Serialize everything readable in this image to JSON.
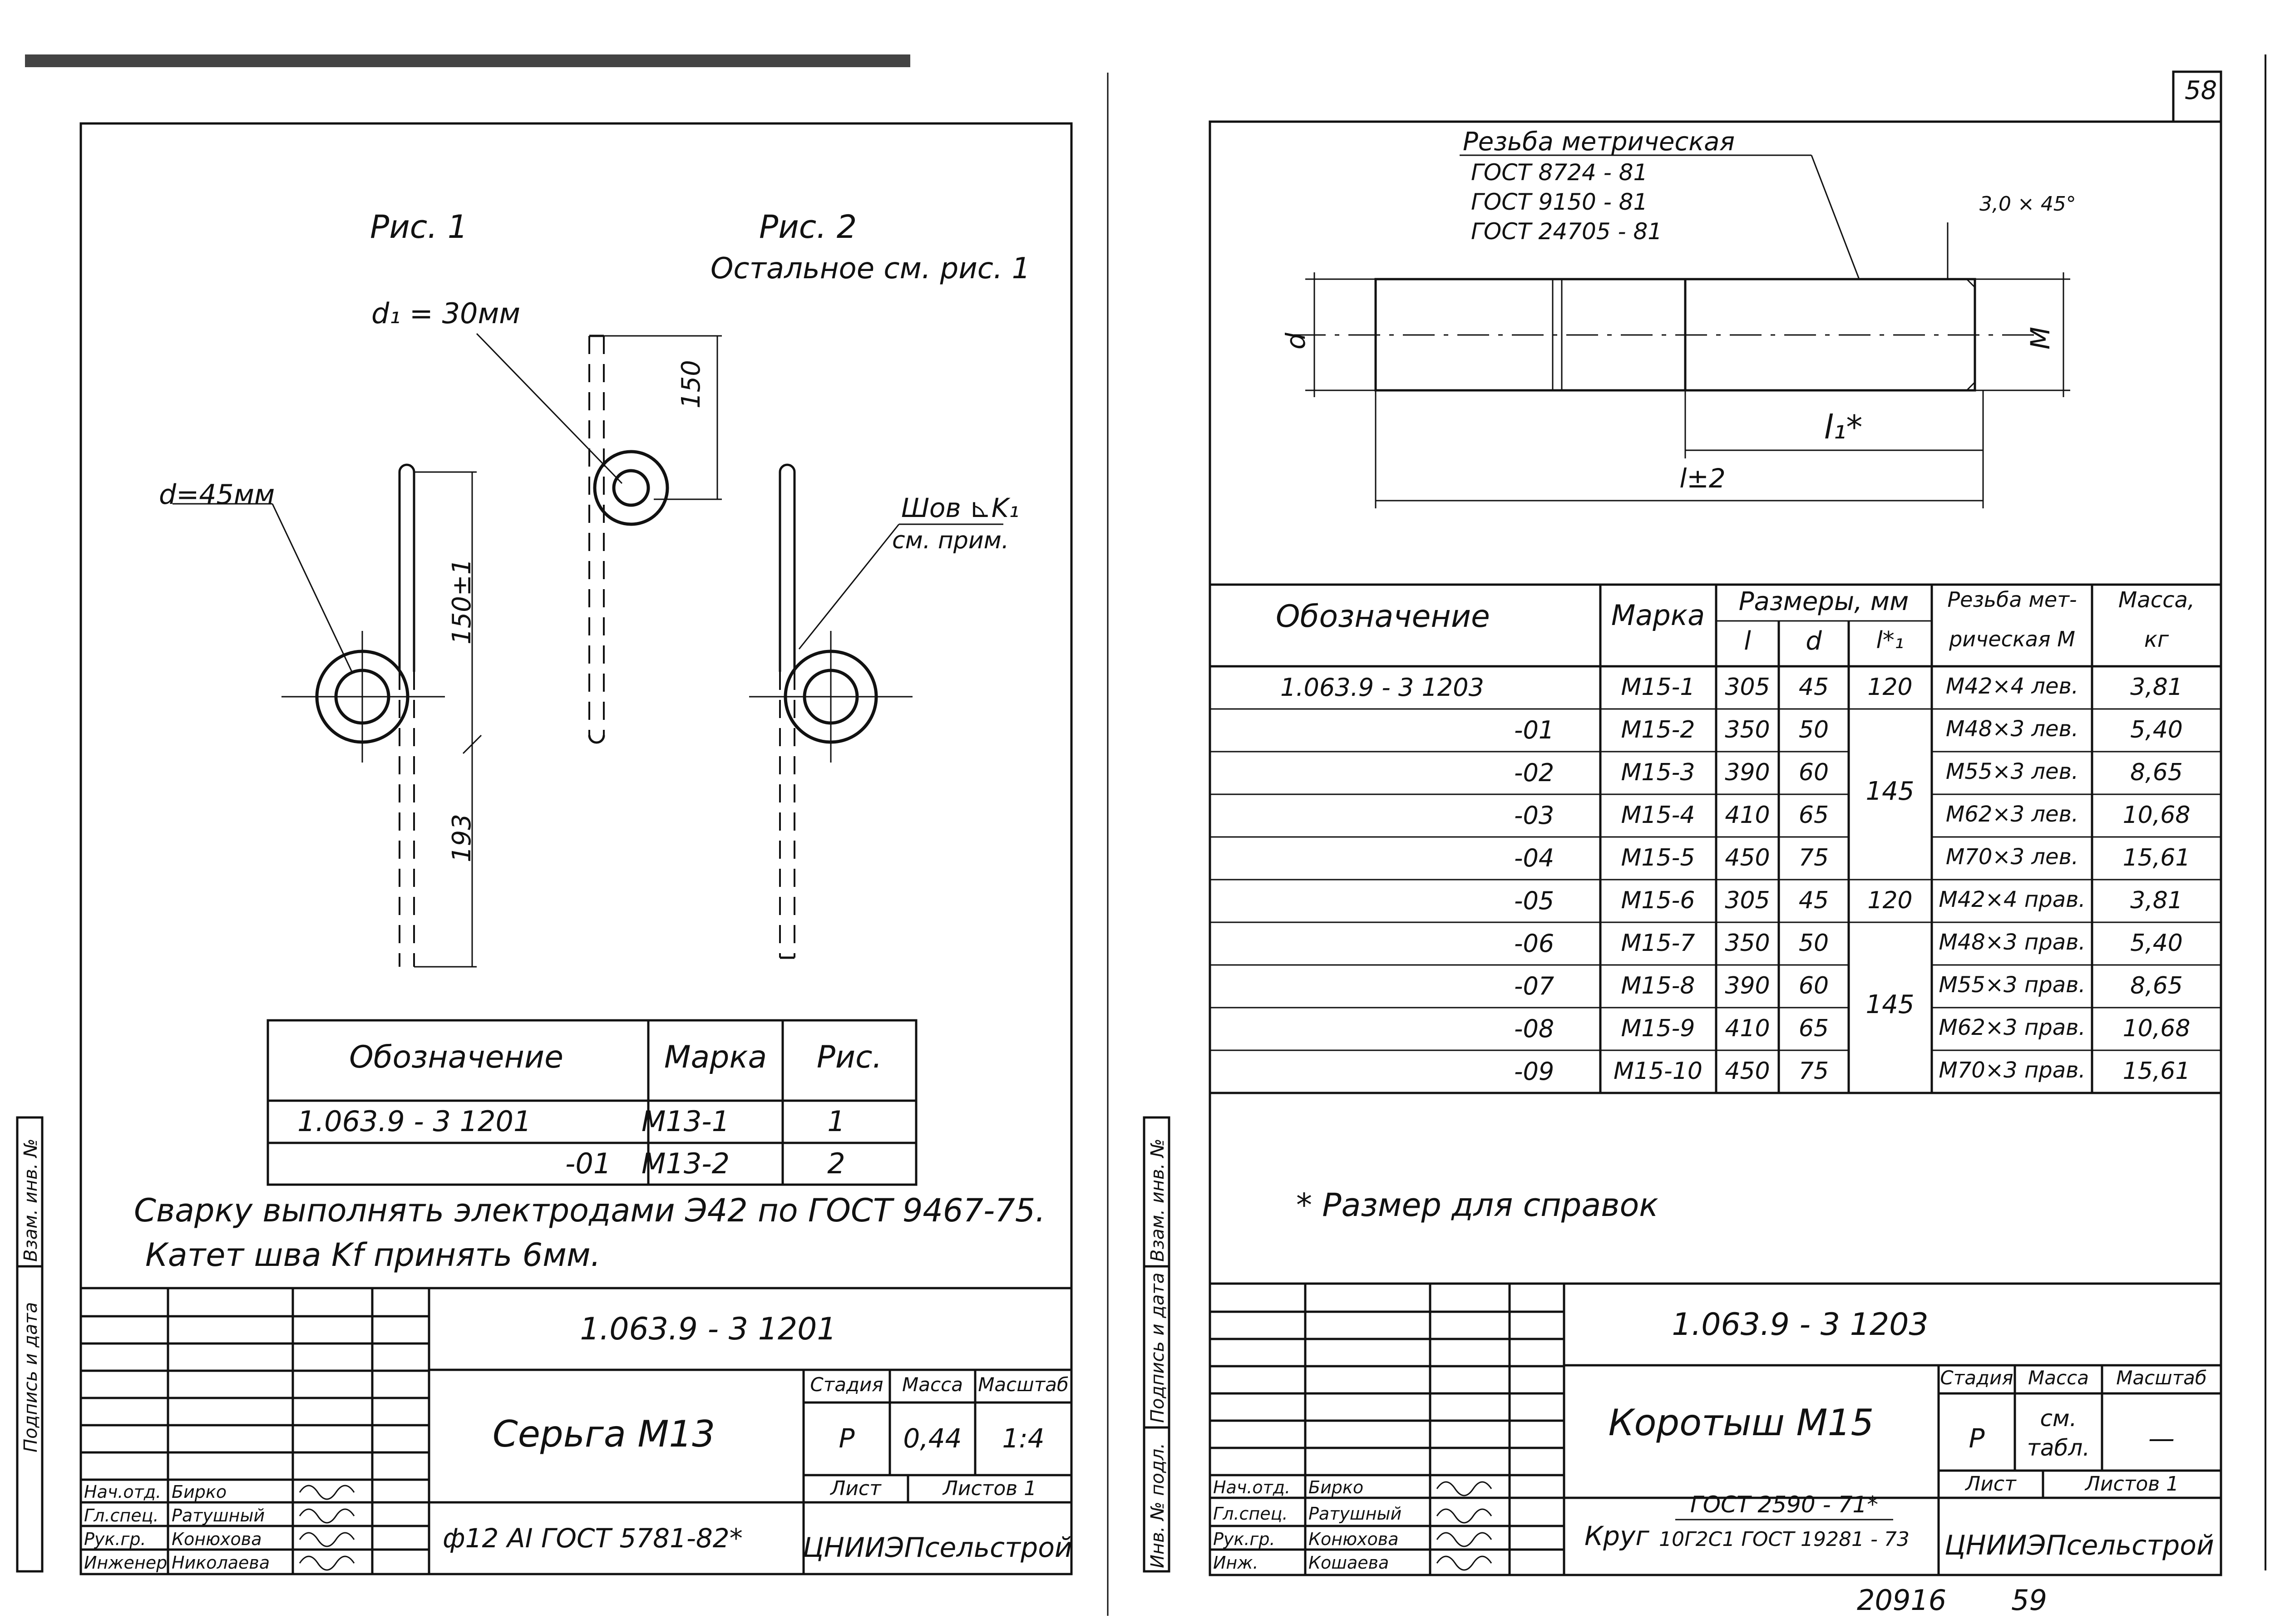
{
  "page_number": "58",
  "footer": {
    "sheet_code": "20916",
    "page": "59"
  },
  "left": {
    "fig1_label": "Рис. 1",
    "fig2_label": "Рис. 2",
    "fig2_note": "Остальное см. рис. 1",
    "dim_d1": "d₁ = 30мм",
    "dim_d": "d=45мм",
    "dim_150": "150",
    "dim_150pm": "150±1",
    "dim_193": "193",
    "weld_label": "Шов ⊾K₁",
    "weld_note": "см. прим.",
    "table": {
      "headers": [
        "Обозначение",
        "Марка",
        "Рис."
      ],
      "rows": [
        {
          "designation": "1.063.9 - 3    1201",
          "mark": "М13-1",
          "fig": "1"
        },
        {
          "designation": "-01",
          "mark": "М13-2",
          "fig": "2"
        }
      ]
    },
    "note_line1": "Сварку выполнять электродами Э42 по ГОСТ 9467-75.",
    "note_line2": "Катет шва Kf принять 6мм.",
    "side_labels": [
      "Подпись и дата",
      "Взам. инв. №"
    ],
    "title_block": {
      "code": "1.063.9 - 3   1201",
      "name": "Серьга М13",
      "headers": [
        "Стадия",
        "Масса",
        "Масштаб"
      ],
      "values": [
        "Р",
        "0,44",
        "1:4"
      ],
      "sheet": "Лист",
      "sheets": "Листов 1",
      "material": "ф12 AI ГОСТ 5781-82*",
      "org": "ЦНИИЭПсельстрой",
      "staff": [
        {
          "role": "Нач.отд.",
          "name": "Бирко"
        },
        {
          "role": "Гл.спец.",
          "name": "Ратушный"
        },
        {
          "role": "Рук.гр.",
          "name": "Конюхова"
        },
        {
          "role": "Инженер",
          "name": "Николаева"
        }
      ]
    }
  },
  "right": {
    "thread_note": [
      "Резьба метрическая",
      "ГОСТ 8724 - 81",
      "ГОСТ 9150 - 81",
      "ГОСТ 24705 - 81"
    ],
    "chamfer": "3,0 × 45°",
    "dim_d": "d",
    "dim_M": "М",
    "dim_l1": "l₁*",
    "dim_l": "l±2",
    "table": {
      "headers": {
        "designation": "Обозначение",
        "mark": "Марка",
        "sizes": "Размеры, мм",
        "l": "l",
        "d": "d",
        "l1": "l*₁",
        "thread1": "Резьба мет-",
        "thread2": "рическая М",
        "mass1": "Масса,",
        "mass2": "кг"
      },
      "rows": [
        {
          "designation": "1.063.9 - 3    1203",
          "mark": "М15-1",
          "l": "305",
          "d": "45",
          "l1": "120",
          "thread": "М42×4 лев.",
          "mass": "3,81"
        },
        {
          "designation": "-01",
          "mark": "М15-2",
          "l": "350",
          "d": "50",
          "l1": "",
          "thread": "М48×3 лев.",
          "mass": "5,40"
        },
        {
          "designation": "-02",
          "mark": "М15-3",
          "l": "390",
          "d": "60",
          "l1": "145",
          "thread": "М55×3 лев.",
          "mass": "8,65"
        },
        {
          "designation": "-03",
          "mark": "М15-4",
          "l": "410",
          "d": "65",
          "l1": "",
          "thread": "М62×3 лев.",
          "mass": "10,68"
        },
        {
          "designation": "-04",
          "mark": "М15-5",
          "l": "450",
          "d": "75",
          "l1": "",
          "thread": "М70×3 лев.",
          "mass": "15,61"
        },
        {
          "designation": "-05",
          "mark": "М15-6",
          "l": "305",
          "d": "45",
          "l1": "120",
          "thread": "М42×4 прав.",
          "mass": "3,81"
        },
        {
          "designation": "-06",
          "mark": "М15-7",
          "l": "350",
          "d": "50",
          "l1": "",
          "thread": "М48×3 прав.",
          "mass": "5,40"
        },
        {
          "designation": "-07",
          "mark": "М15-8",
          "l": "390",
          "d": "60",
          "l1": "145",
          "thread": "М55×3 прав.",
          "mass": "8,65"
        },
        {
          "designation": "-08",
          "mark": "М15-9",
          "l": "410",
          "d": "65",
          "l1": "",
          "thread": "М62×3 прав.",
          "mass": "10,68"
        },
        {
          "designation": "-09",
          "mark": "М15-10",
          "l": "450",
          "d": "75",
          "l1": "",
          "thread": "М70×3 прав.",
          "mass": "15,61"
        }
      ]
    },
    "footnote": "* Размер для справок",
    "side_labels": [
      "Инв. № подл.",
      "Подпись и дата",
      "Взам. инв. №"
    ],
    "title_block": {
      "code": "1.063.9 - 3   1203",
      "name": "Коротыш М15",
      "headers": [
        "Стадия",
        "Масса",
        "Масштаб"
      ],
      "values": [
        "Р",
        "см.",
        "табл.",
        "—"
      ],
      "sheet": "Лист",
      "sheets": "Листов 1",
      "material_prefix": "Круг",
      "material_top": "ГОСТ 2590 - 71*",
      "material_bottom": "10Г2С1 ГОСТ 19281 - 73",
      "org": "ЦНИИЭПсельстрой",
      "staff": [
        {
          "role": "Нач.отд.",
          "name": "Бирко"
        },
        {
          "role": "Гл.спец.",
          "name": "Ратушный"
        },
        {
          "role": "Рук.гр.",
          "name": "Конюхова"
        },
        {
          "role": "Инж.",
          "name": "Кошаева"
        }
      ]
    }
  }
}
